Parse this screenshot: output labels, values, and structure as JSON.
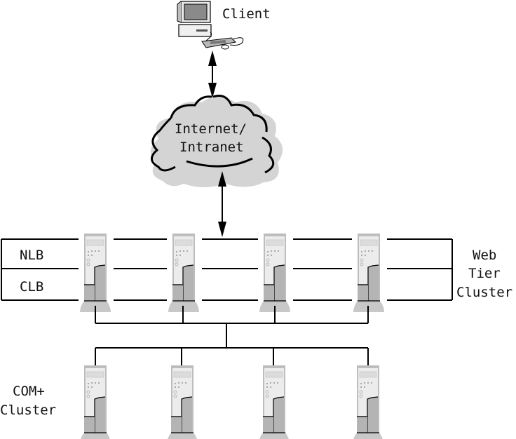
{
  "diagram": {
    "title": "",
    "nodes": {
      "client": {
        "label": "Client",
        "icon": "desktop-computer-icon"
      },
      "network": {
        "label_line1": "Internet/",
        "label_line2": "Intranet",
        "icon": "cloud-icon"
      },
      "web_tier": {
        "label_line1": "Web",
        "label_line2": "Tier",
        "label_line3": "Cluster",
        "servers": 4,
        "rows": [
          {
            "label": "NLB"
          },
          {
            "label": "CLB"
          }
        ]
      },
      "com_tier": {
        "label_line1": "COM+",
        "label_line2": "Cluster",
        "servers": 4
      }
    },
    "edges": [
      {
        "from": "client",
        "to": "network",
        "type": "bidirectional-arrow"
      },
      {
        "from": "network",
        "to": "web_tier",
        "type": "bidirectional-arrow"
      },
      {
        "from": "web_tier",
        "to": "com_tier",
        "type": "bus-connection"
      }
    ],
    "colors": {
      "line": "#000000",
      "server_light": "#e6e6e6",
      "server_dark": "#bdbdbd",
      "cloud_fill": "#d6d6d6"
    }
  }
}
